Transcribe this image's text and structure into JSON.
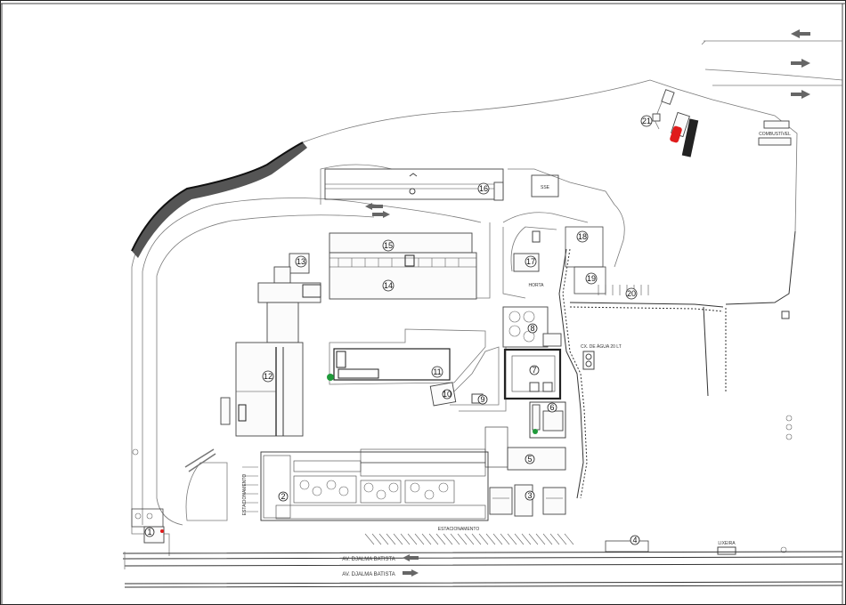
{
  "labels": {
    "street_top": "AV. DJALMA BATISTA",
    "street_bottom": "AV. DJALMA BATISTA",
    "parking_left": "ESTACIONAMENTO",
    "parking_bottom": "ESTACIONAMENTO",
    "fuel": "COMBUSTÍVEL",
    "water_tank": "CX. DE ÁGUA 20 LT",
    "garden": "HORTA",
    "trash": "LIXEIRA",
    "power": "SSE"
  },
  "markers": [
    "1",
    "2",
    "3",
    "4",
    "5",
    "6",
    "7",
    "8",
    "9",
    "10",
    "11",
    "12",
    "13",
    "14",
    "15",
    "16",
    "17",
    "18",
    "19",
    "20",
    "21"
  ],
  "colors": {
    "linework": "#7a7a7a",
    "buildings": "#444444",
    "hatch": "#333333",
    "car_red": "#e01b1b",
    "tree_green": "#1f9a3a"
  }
}
